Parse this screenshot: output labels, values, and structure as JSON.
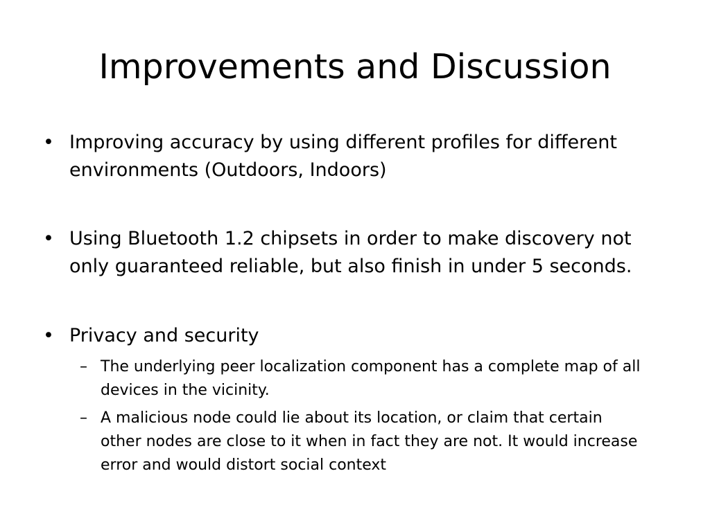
{
  "slide": {
    "title": "Improvements and Discussion",
    "bullet_marker": "•",
    "sub_marker": "–",
    "bullets": [
      {
        "lines": [
          "Improving accuracy by using different profiles for different",
          "environments (Outdoors, Indoors)"
        ]
      },
      {
        "lines": [
          "Using Bluetooth 1.2 chipsets in order to make discovery not",
          "only guaranteed reliable, but also finish in under 5 seconds."
        ]
      },
      {
        "lines": [
          "Privacy and security"
        ],
        "sub_bullets": [
          {
            "lines": [
              "The underlying peer localization component has a complete map of all",
              "devices in the vicinity."
            ]
          },
          {
            "lines": [
              "A malicious node could lie about its location, or claim that certain",
              "other nodes are close to it when in fact they are not. It would increase",
              "error and would distort social context"
            ]
          }
        ]
      }
    ]
  }
}
